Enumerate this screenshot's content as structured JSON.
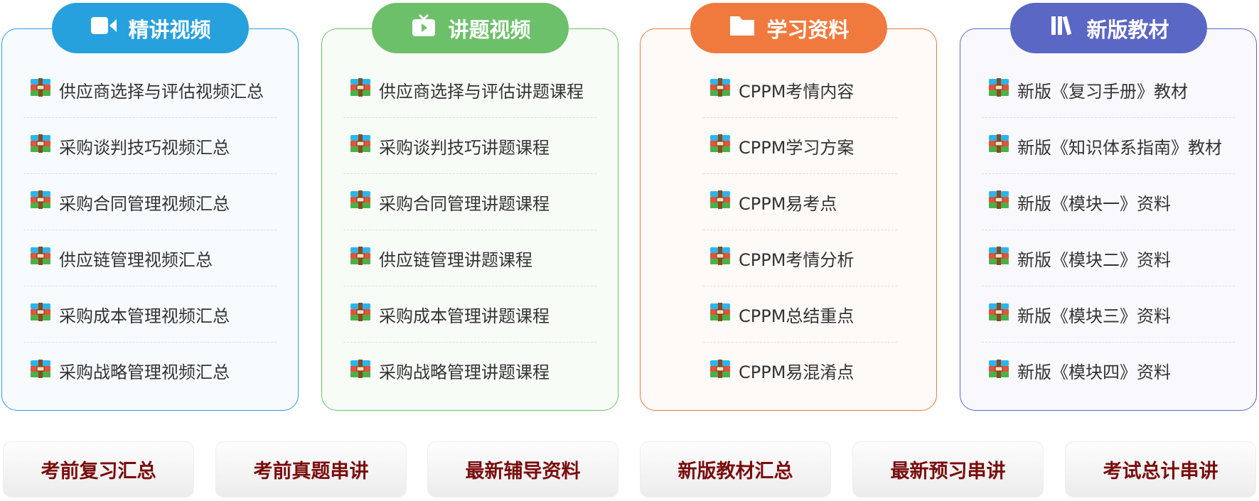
{
  "columns": [
    {
      "title": "精讲视频",
      "icon": "video-camera-icon",
      "color": "#27a0de",
      "bg": "#f8fbfe",
      "items": [
        "供应商选择与评估视频汇总",
        "采购谈判技巧视频汇总",
        "采购合同管理视频汇总",
        "供应链管理视频汇总",
        "采购成本管理视频汇总",
        "采购战略管理视频汇总"
      ]
    },
    {
      "title": "讲题视频",
      "icon": "tv-icon",
      "color": "#6cc06a",
      "bg": "#f8fcf7",
      "items": [
        "供应商选择与评估讲题课程",
        "采购谈判技巧讲题课程",
        "采购合同管理讲题课程",
        "供应链管理讲题课程",
        "采购成本管理讲题课程",
        "采购战略管理讲题课程"
      ]
    },
    {
      "title": "学习资料",
      "icon": "folder-icon",
      "color": "#f07a3e",
      "bg": "#fefaf8",
      "items": [
        "CPPM考情内容",
        "CPPM学习方案",
        "CPPM易考点",
        "CPPM考情分析",
        "CPPM总结重点",
        "CPPM易混淆点"
      ]
    },
    {
      "title": "新版教材",
      "icon": "books-icon",
      "color": "#5b67c4",
      "bg": "#f9f9fd",
      "items": [
        "新版《复习手册》教材",
        "新版《知识体系指南》教材",
        "新版《模块一》资料",
        "新版《模块二》资料",
        "新版《模块三》资料",
        "新版《模块四》资料"
      ]
    }
  ],
  "buttons": [
    "考前复习汇总",
    "考前真题串讲",
    "最新辅导资料",
    "新版教材汇总",
    "最新预习串讲",
    "考试总计串讲"
  ]
}
